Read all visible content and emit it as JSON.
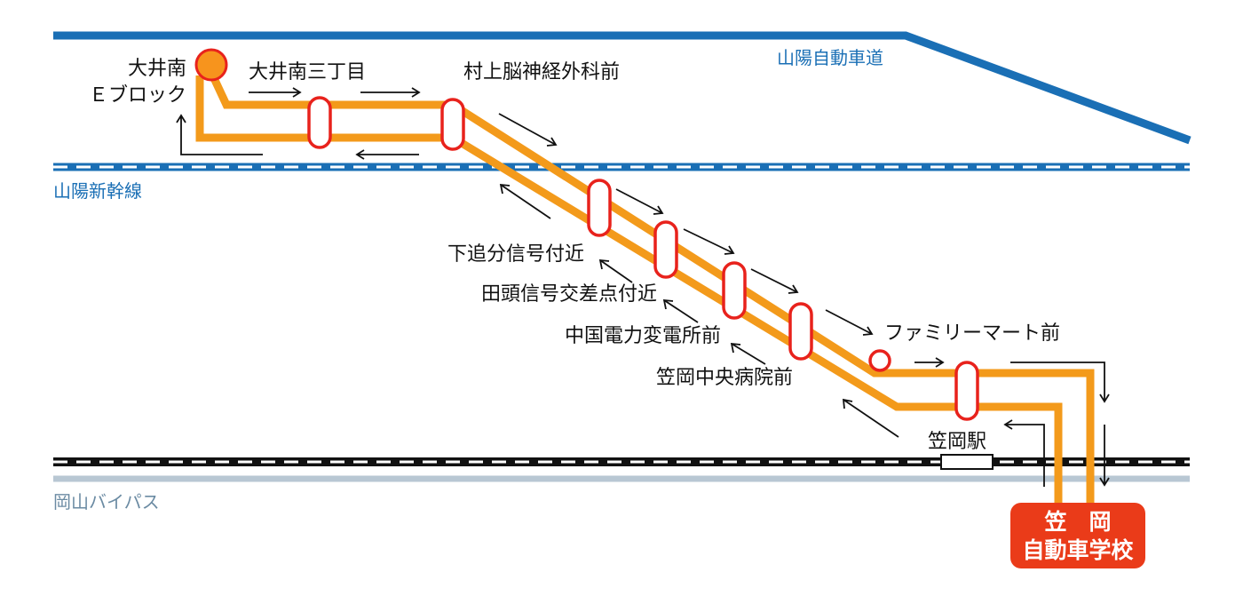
{
  "landmarks": {
    "expressway": "山陽自動車道",
    "shinkansen": "山陽新幹線",
    "bypass": "岡山バイパス"
  },
  "origin": {
    "name_line1": "大井南",
    "name_line2": "Ｅブロック"
  },
  "stops": [
    "大井南三丁目",
    "村上脳神経外科前",
    "下追分信号付近",
    "田頭信号交差点付近",
    "中国電力変電所前",
    "笠岡中央病院前",
    "ファミリーマート前"
  ],
  "station": "笠岡駅",
  "destination": {
    "line1": "笠　岡",
    "line2": "自動車学校"
  },
  "colors": {
    "route": "#f39a1b",
    "stop_outline": "#e8221c",
    "origin_fill": "#f7941d",
    "destination_fill": "#ea3b19",
    "expressway": "#1a6fb5",
    "shinkansen": "#1a6fb5",
    "railway": "#111111",
    "bypass": "#b8c7d3"
  }
}
